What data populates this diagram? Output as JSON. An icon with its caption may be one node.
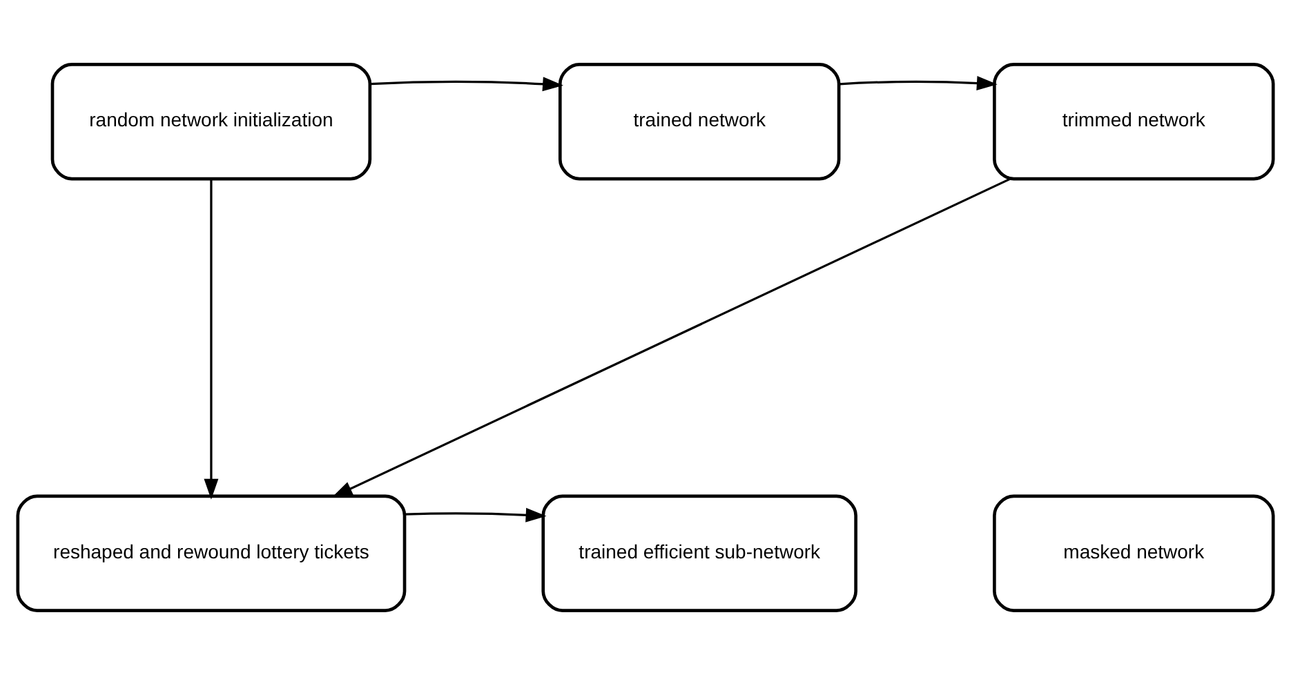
{
  "diagram": {
    "nodes": [
      {
        "text": [
          "random network initialization"
        ]
      },
      {
        "text": [
          "trained network"
        ]
      },
      {
        "text": [
          "trimmed network"
        ]
      },
      {
        "text": [
          "reshaped and rewound lottery tickets"
        ]
      },
      {
        "text": [
          "trained efficient sub-network"
        ]
      },
      {
        "text": [
          "masked network"
        ]
      }
    ],
    "edges": [
      {
        "from": 0,
        "to": 1,
        "arrow": "to"
      },
      {
        "from": 1,
        "to": 2,
        "arrow": "to"
      },
      {
        "from": 0,
        "to": 3,
        "arrow": "to"
      },
      {
        "from": 2,
        "to": 3,
        "arrow": "to"
      },
      {
        "from": 3,
        "to": 4,
        "arrow": "to"
      }
    ]
  }
}
